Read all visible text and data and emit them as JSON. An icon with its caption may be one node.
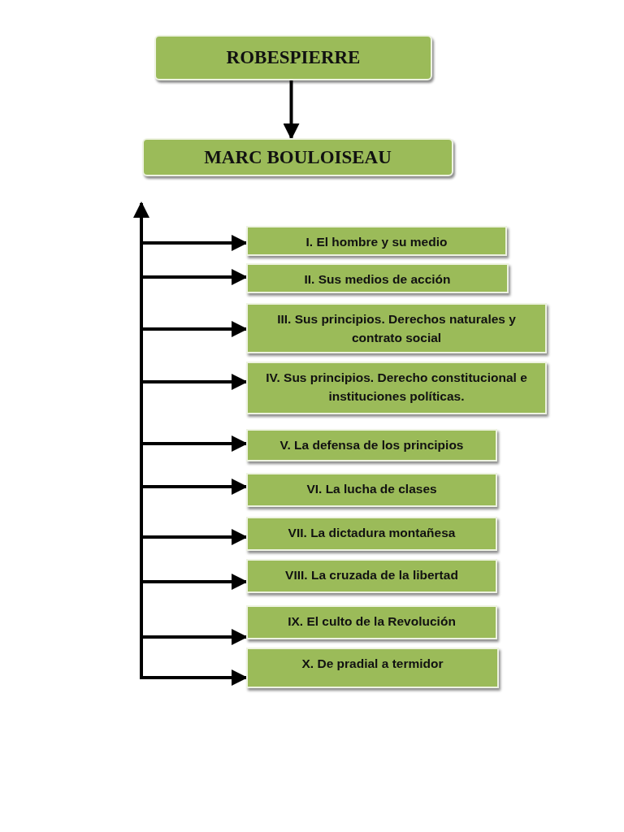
{
  "diagram": {
    "nodes": [
      {
        "text": [
          "ROBESPIERRE"
        ]
      },
      {
        "text": [
          "MARC BOULOISEAU"
        ]
      },
      {
        "text": [
          "I. El hombre y su medio"
        ]
      },
      {
        "text": [
          "II. Sus medios de acción"
        ]
      },
      {
        "text": [
          "III. Sus principios. Derechos naturales y contrato social"
        ]
      },
      {
        "text": [
          "IV. Sus principios. Derecho constitucional e instituciones políticas."
        ]
      },
      {
        "text": [
          "V. La defensa de los principios"
        ]
      },
      {
        "text": [
          "VI. La lucha de clases"
        ]
      },
      {
        "text": [
          "VII. La dictadura montañesa"
        ]
      },
      {
        "text": [
          "VIII. La cruzada de la libertad"
        ]
      },
      {
        "text": [
          "IX. El culto de la Revolución"
        ]
      },
      {
        "text": [
          "X. De pradial a termidor"
        ]
      }
    ],
    "edges": [
      {
        "from": 0,
        "to": 1,
        "arrow": "to"
      },
      {
        "from": null,
        "to": 2,
        "arrow": "to"
      },
      {
        "from": null,
        "to": 3,
        "arrow": "to"
      },
      {
        "from": null,
        "to": 4,
        "arrow": "to"
      },
      {
        "from": null,
        "to": 5,
        "arrow": "to"
      },
      {
        "from": null,
        "to": 6,
        "arrow": "to"
      },
      {
        "from": null,
        "to": 7,
        "arrow": "to"
      },
      {
        "from": null,
        "to": 8,
        "arrow": "to"
      },
      {
        "from": null,
        "to": 9,
        "arrow": "to"
      },
      {
        "from": null,
        "to": 10,
        "arrow": "to"
      },
      {
        "from": null,
        "to": 11,
        "arrow": "to"
      }
    ]
  }
}
